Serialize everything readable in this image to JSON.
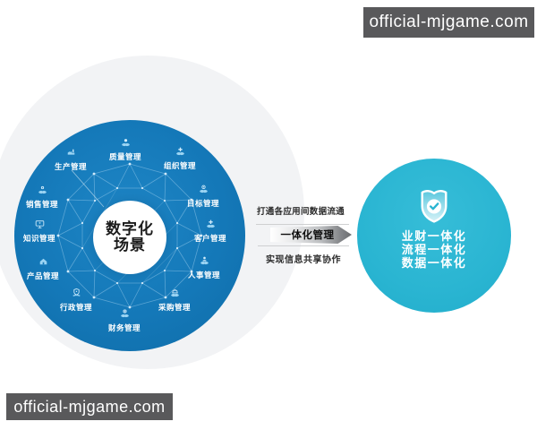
{
  "watermarks": {
    "top": "official-mjgame.com",
    "bottom": "official-mjgame.com"
  },
  "left_circle": {
    "center_title": {
      "line1": "数字化",
      "line2": "场景"
    },
    "items": [
      {
        "label": "质量管理",
        "icon": "quality-icon"
      },
      {
        "label": "组织管理",
        "icon": "organization-icon"
      },
      {
        "label": "目标管理",
        "icon": "goal-icon"
      },
      {
        "label": "客户管理",
        "icon": "customer-icon"
      },
      {
        "label": "人事管理",
        "icon": "hr-icon"
      },
      {
        "label": "采购管理",
        "icon": "procurement-icon"
      },
      {
        "label": "财务管理",
        "icon": "finance-icon"
      },
      {
        "label": "行政管理",
        "icon": "administration-icon"
      },
      {
        "label": "产品管理",
        "icon": "product-icon"
      },
      {
        "label": "知识管理",
        "icon": "knowledge-icon"
      },
      {
        "label": "销售管理",
        "icon": "sales-icon"
      },
      {
        "label": "生产管理",
        "icon": "production-icon"
      }
    ]
  },
  "middle": {
    "top_text": "打通各应用间数据流通",
    "arrow_label": "一体化管理",
    "bottom_text": "实现信息共享协作"
  },
  "right_circle": {
    "icon": "shield-check-icon",
    "lines": [
      "业财一体化",
      "流程一体化",
      "数据一体化"
    ]
  },
  "colors": {
    "left_circle_blue": "#1478b8",
    "right_circle_cyan": "#2ab5d2",
    "watermark_bg": "#59595b",
    "arrow_gray": "#87898c"
  }
}
